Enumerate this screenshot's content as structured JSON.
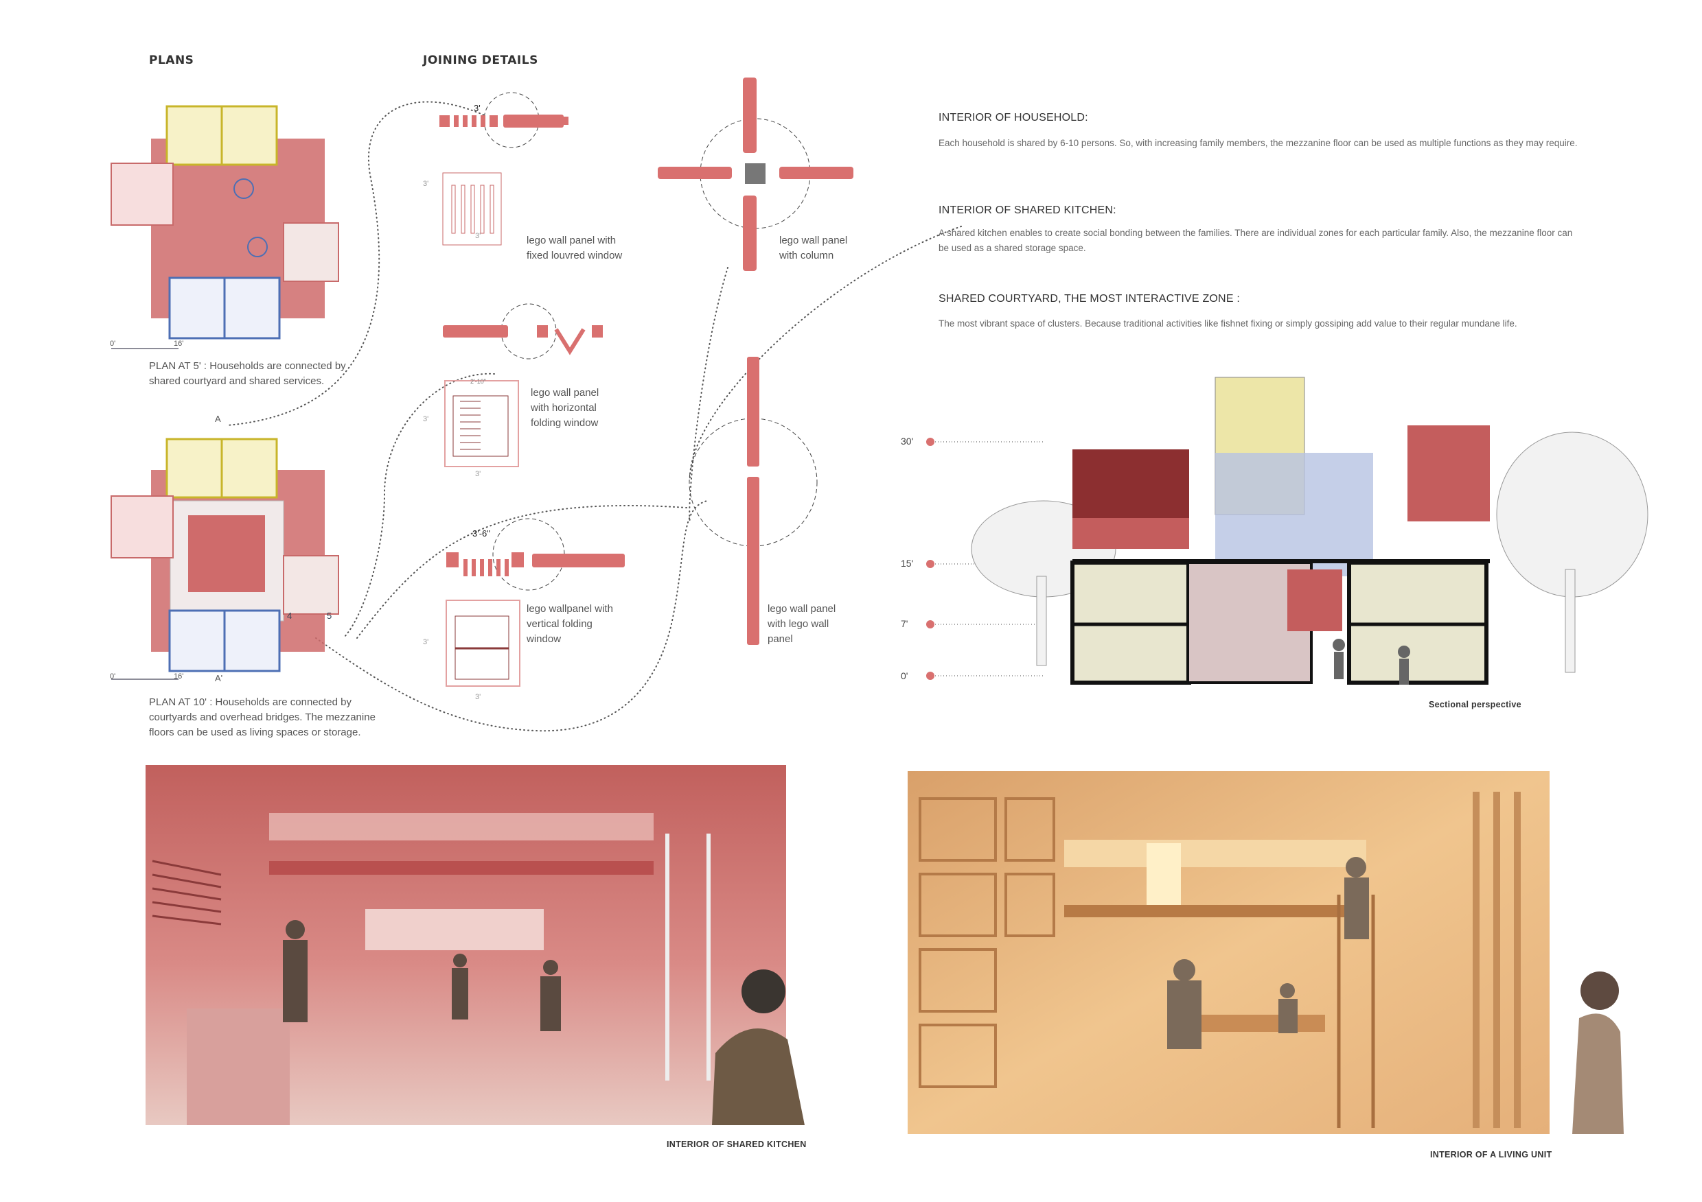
{
  "headings": {
    "plans": "PLANS",
    "joining_details": "JOINING DETAILS"
  },
  "plans": [
    {
      "caption_title": "PLAN AT 5'",
      "caption_text": ": Households are connected by shared courtyard and shared services.",
      "scale_start": "0'",
      "scale_end": "16'"
    },
    {
      "caption_title": "PLAN AT 10'",
      "caption_text": ": Households are connected by courtyards and overhead bridges. The mezzanine floors can be used as living spaces or storage.",
      "scale_start": "0'",
      "scale_end": "16'",
      "section_mark_a": "A",
      "section_mark_a2": "A'",
      "marks": [
        "4",
        "5"
      ]
    }
  ],
  "joining_details": [
    {
      "caption": "lego wall panel with fixed louvred window",
      "dims": [
        "3'",
        "3'",
        "3'"
      ]
    },
    {
      "caption": "lego wall panel with column"
    },
    {
      "caption": "lego wall panel with horizontal folding window",
      "dims": [
        "2'-10\"",
        "3'",
        "3'"
      ]
    },
    {
      "caption": "lego wall panel with lego wall panel"
    },
    {
      "caption": "lego wallpanel with vertical folding window",
      "dims": [
        "3'-6\"",
        "3'",
        "3'"
      ]
    }
  ],
  "info": [
    {
      "title": "INTERIOR OF HOUSEHOLD:",
      "text": "Each household is shared by 6-10 persons. So, with increasing family members, the mezzanine floor can be used as multiple functions as they may require."
    },
    {
      "title": "INTERIOR OF SHARED KITCHEN:",
      "text": "A shared kitchen enables to create social bonding between the families. There are individual zones for each particular family. Also, the mezzanine floor can be used as a shared storage space."
    },
    {
      "title": "SHARED COURTYARD, THE MOST INTERACTIVE ZONE :",
      "text": "The most vibrant space of clusters. Because traditional activities like fishnet fixing or simply gossiping add value to their regular mundane life."
    }
  ],
  "section": {
    "levels": [
      "30'",
      "15'",
      "7'",
      "0'"
    ],
    "caption": "Sectional perspective"
  },
  "renders": {
    "kitchen_caption": "INTERIOR OF SHARED KITCHEN",
    "living_caption": "INTERIOR OF A LIVING UNIT"
  },
  "colors": {
    "wall_red": "#d9706f",
    "plan_yellow": "#c8b52a",
    "plan_blue": "#4d6fb4",
    "plan_pink": "#c86a6a",
    "kitchen_tone": "#c9706c",
    "living_tone": "#e6b276"
  }
}
